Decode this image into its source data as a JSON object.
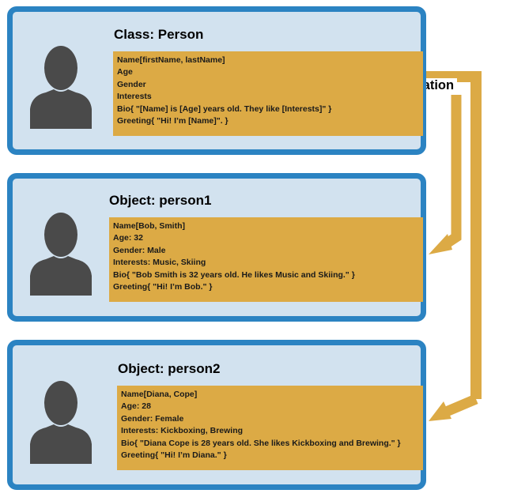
{
  "arrow_label": "Instantiation",
  "colors": {
    "card_border": "#2b83c2",
    "card_fill": "#d2e2ef",
    "attr_fill": "#dcaa45",
    "arrow": "#dcaa45",
    "avatar": "#4a4a4a"
  },
  "cards": [
    {
      "title": "Class: Person",
      "lines": [
        "Name[firstName, lastName]",
        "Age",
        "Gender",
        "Interests",
        "Bio{ \"[Name] is [Age] years old. They like [Interests]\" }",
        "Greeting{ \"Hi! I’m [Name]\".  }"
      ]
    },
    {
      "title": "Object: person1",
      "lines": [
        "Name[Bob, Smith]",
        "Age: 32",
        "Gender: Male",
        "Interests: Music, Skiing",
        "Bio{ \"Bob Smith is 32 years old. He likes Music and Skiing.\" }",
        "Greeting{ \"Hi! I’m Bob.\" }"
      ]
    },
    {
      "title": "Object: person2",
      "lines": [
        "Name[Diana, Cope]",
        "Age: 28",
        "Gender: Female",
        "Interests: Kickboxing, Brewing",
        "Bio{ \"Diana Cope is 28 years old. She likes Kickboxing and Brewing.\" }",
        "Greeting{ \"Hi! I’m Diana.\" }"
      ]
    }
  ]
}
